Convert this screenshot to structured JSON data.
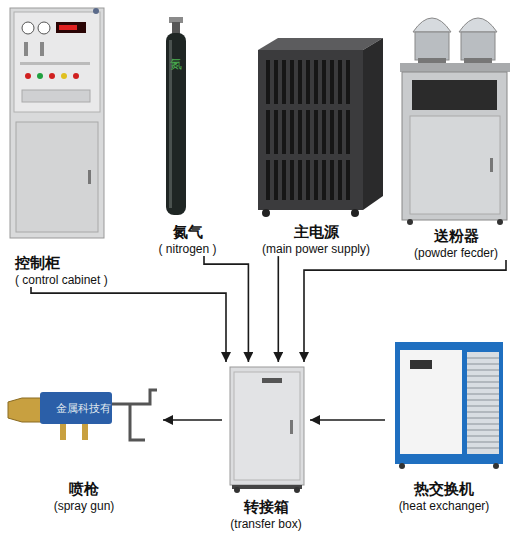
{
  "diagram": {
    "nodes": [
      {
        "text": [
          "控制柜",
          "( control cabinet )"
        ]
      },
      {
        "text": [
          "氮气",
          "( nitrogen )"
        ]
      },
      {
        "text": [
          "主电源",
          "(main power supply)"
        ]
      },
      {
        "text": [
          "送粉器",
          "(powder fecder)"
        ]
      },
      {
        "text": [
          "喷枪",
          "(spray gun)"
        ]
      },
      {
        "text": [
          "转接箱",
          "(transfer box)"
        ]
      },
      {
        "text": [
          "热交换机",
          "(heat exchanger)"
        ]
      }
    ],
    "edges": [
      {
        "from": 0,
        "to": 5,
        "arrow": "to"
      },
      {
        "from": 1,
        "to": 5,
        "arrow": "to"
      },
      {
        "from": 2,
        "to": 5,
        "arrow": "to"
      },
      {
        "from": 3,
        "to": 5,
        "arrow": "to"
      },
      {
        "from": 5,
        "to": 4,
        "arrow": "to"
      },
      {
        "from": 6,
        "to": 5,
        "arrow": "to"
      }
    ],
    "labels": [
      "氮",
      "金属科技有"
    ]
  }
}
